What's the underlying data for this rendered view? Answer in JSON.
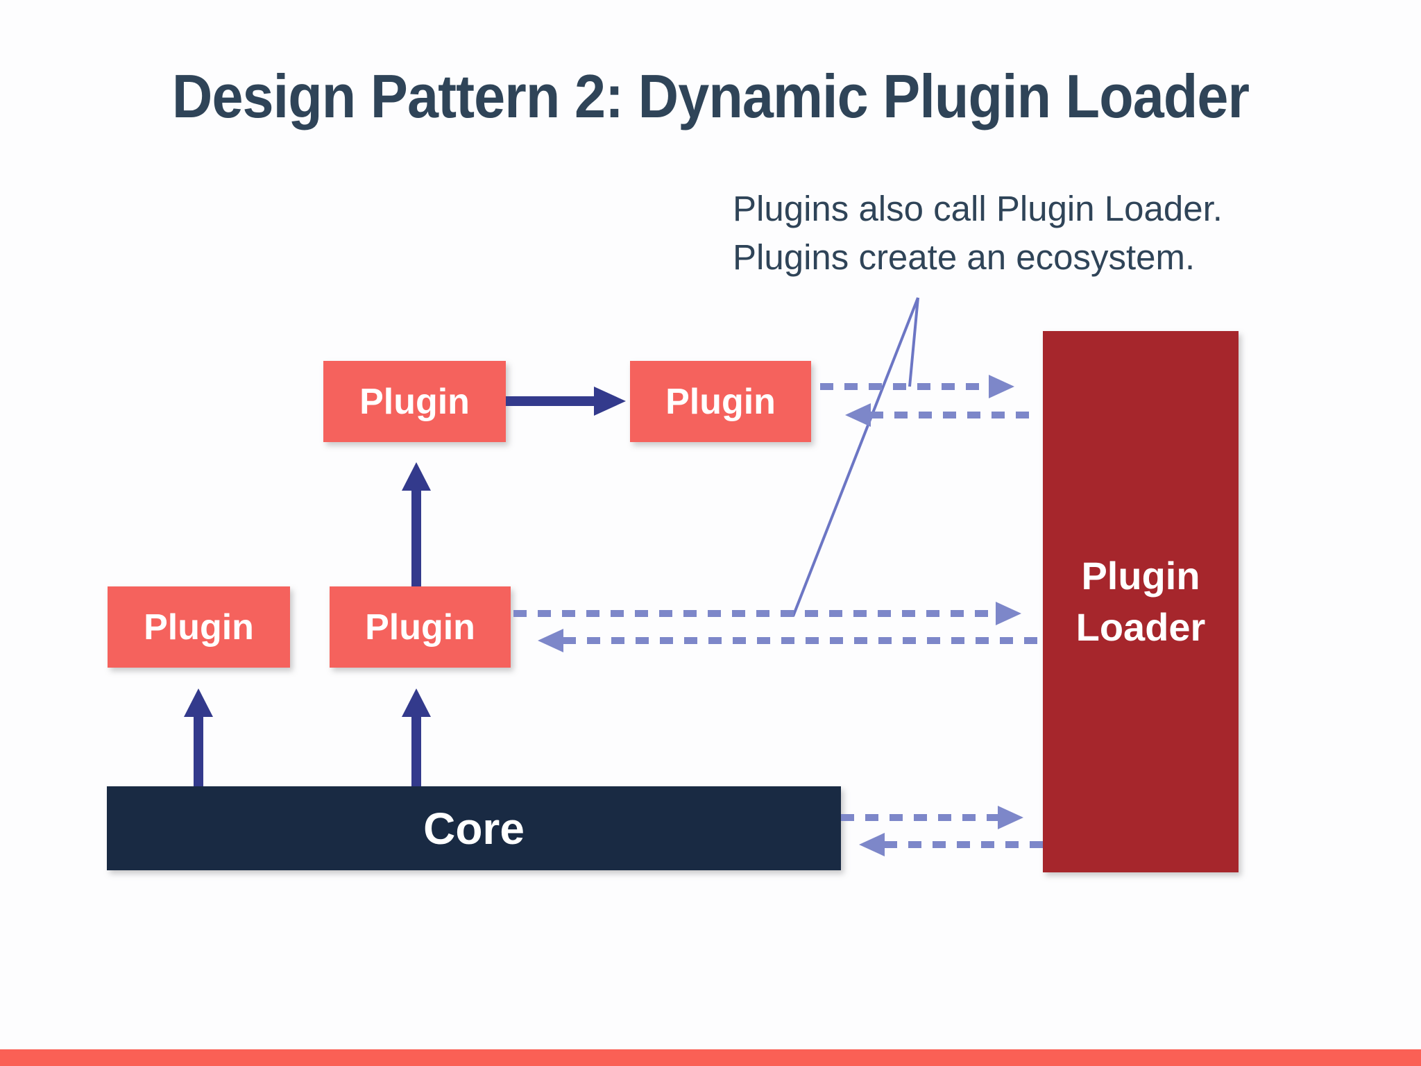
{
  "slide": {
    "title": "Design Pattern 2: Dynamic Plugin Loader",
    "annotation": {
      "line1": "Plugins also call Plugin Loader.",
      "line2": "Plugins create an ecosystem."
    }
  },
  "boxes": {
    "plugin_label": "Plugin",
    "plugin_loader_label": "Plugin Loader",
    "core_label": "Core"
  },
  "connections": {
    "solid_arrows": [
      "Core -> Plugin (mid-left)",
      "Core -> Plugin (mid-center)",
      "Plugin (mid-center) -> Plugin (top-left)",
      "Plugin (top-left) -> Plugin (top-right)"
    ],
    "dashed_bidirectional_arrows": [
      "Plugin (top-right) <-> Plugin Loader",
      "Plugin (mid-center) <-> Plugin Loader",
      "Core <-> Plugin Loader"
    ],
    "callout": "annotation points to the plugin-to-loader dashed arrows"
  },
  "colors": {
    "plugin_box": "#f5625d",
    "plugin_loader_box": "#a6262c",
    "core_bar": "#192a43",
    "solid_arrow": "#333a8c",
    "dashed_arrow": "#7d87c9",
    "callout_line": "#6c76c4",
    "text_dark": "#2f4458",
    "bottom_bar": "#fa6055",
    "box_text": "#ffffff"
  }
}
